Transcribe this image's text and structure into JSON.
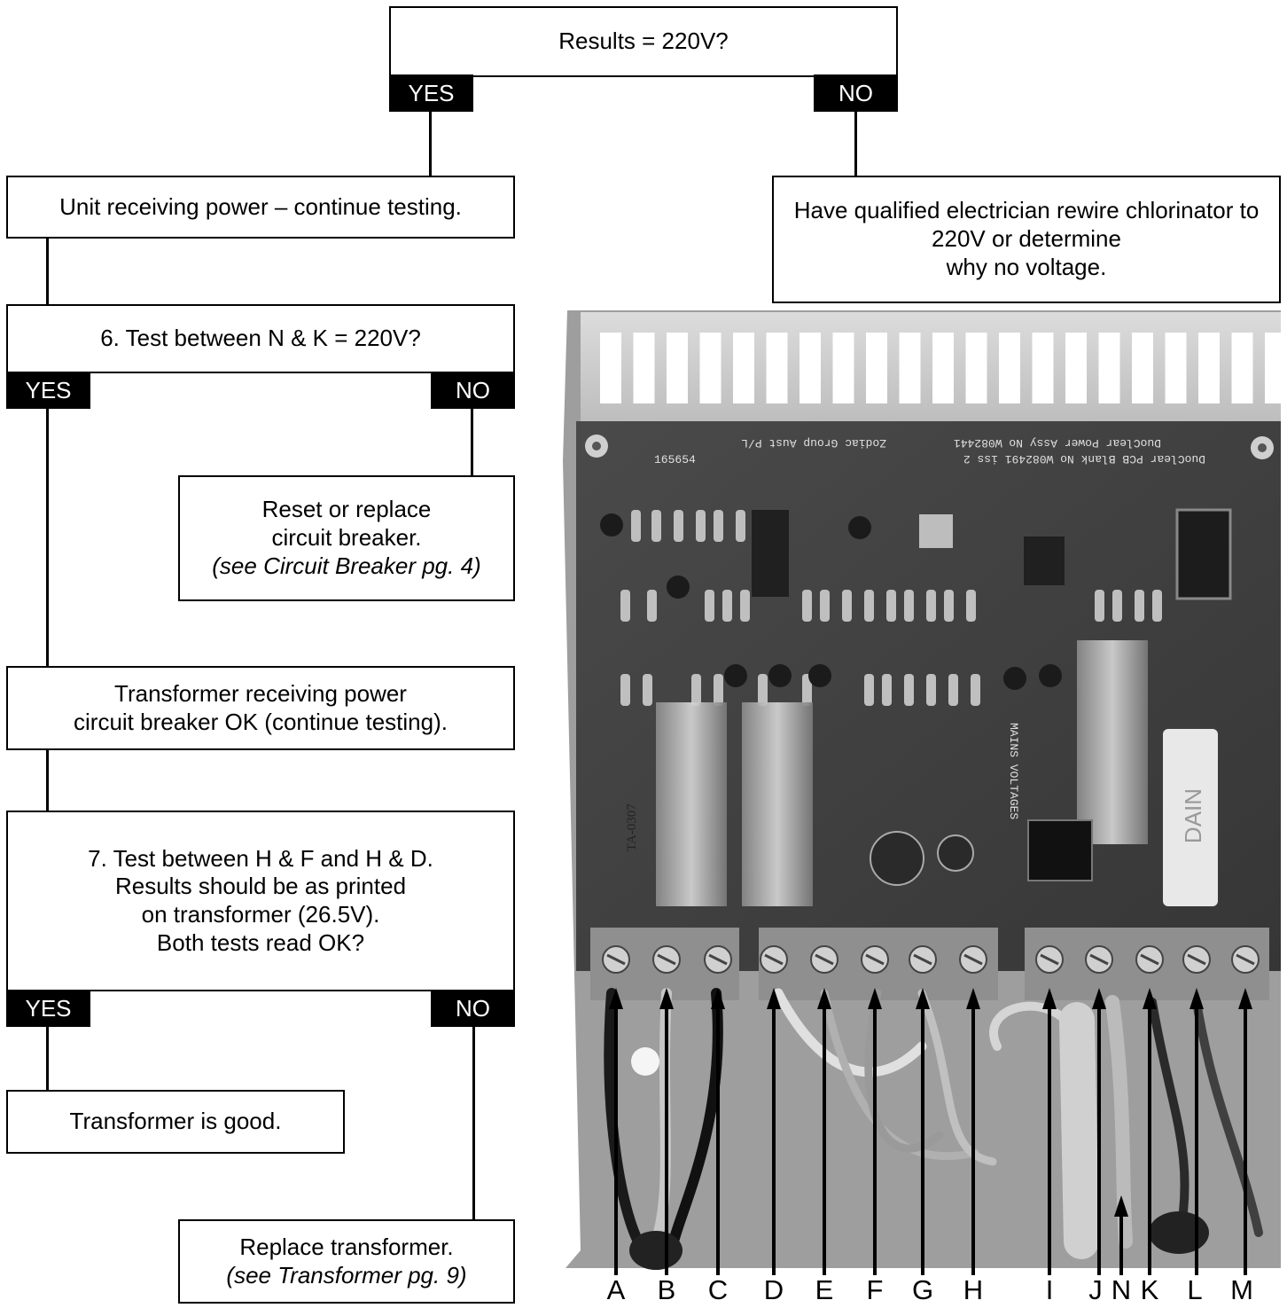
{
  "top_question": "Results = 220V?",
  "yes_label": "YES",
  "no_label": "NO",
  "unit_receiving": "Unit receiving power – continue testing.",
  "electrician": {
    "line1": "Have qualified electrician rewire chlorinator to",
    "line2": "220V or determine",
    "line3": "why no voltage."
  },
  "step6": "6.  Test between N & K = 220V?",
  "reset_breaker": {
    "line1": "Reset or replace",
    "line2": "circuit breaker.",
    "line3": "(see Circuit Breaker pg. 4)"
  },
  "transformer_power": {
    "line1": "Transformer receiving power",
    "line2": "circuit breaker OK (continue testing)."
  },
  "step7": {
    "line1": "7.  Test between H & F and H & D.",
    "line2": "Results should be as printed",
    "line3": "on transformer (26.5V).",
    "line4": "Both tests read OK?"
  },
  "transformer_good": "Transformer is good.",
  "replace_transformer": {
    "line1": "Replace transformer.",
    "line2": "(see Transformer pg. 9)"
  },
  "terminal_labels": [
    "A",
    "B",
    "C",
    "D",
    "E",
    "F",
    "G",
    "H",
    "I",
    "J",
    "N",
    "K",
    "L",
    "M"
  ],
  "board_text": {
    "zodiac": "Zodiac Group Aust P/L",
    "duoclear_power": "DuoClear Power Assy No W082441",
    "duoclear_pcb": "DuoClear PCB Blank No W082491 iss 2",
    "part_no": "165654",
    "mains": "MAINS VOLTAGES",
    "ta_tag": "TA-0307",
    "cap_brand": "DAIN"
  }
}
